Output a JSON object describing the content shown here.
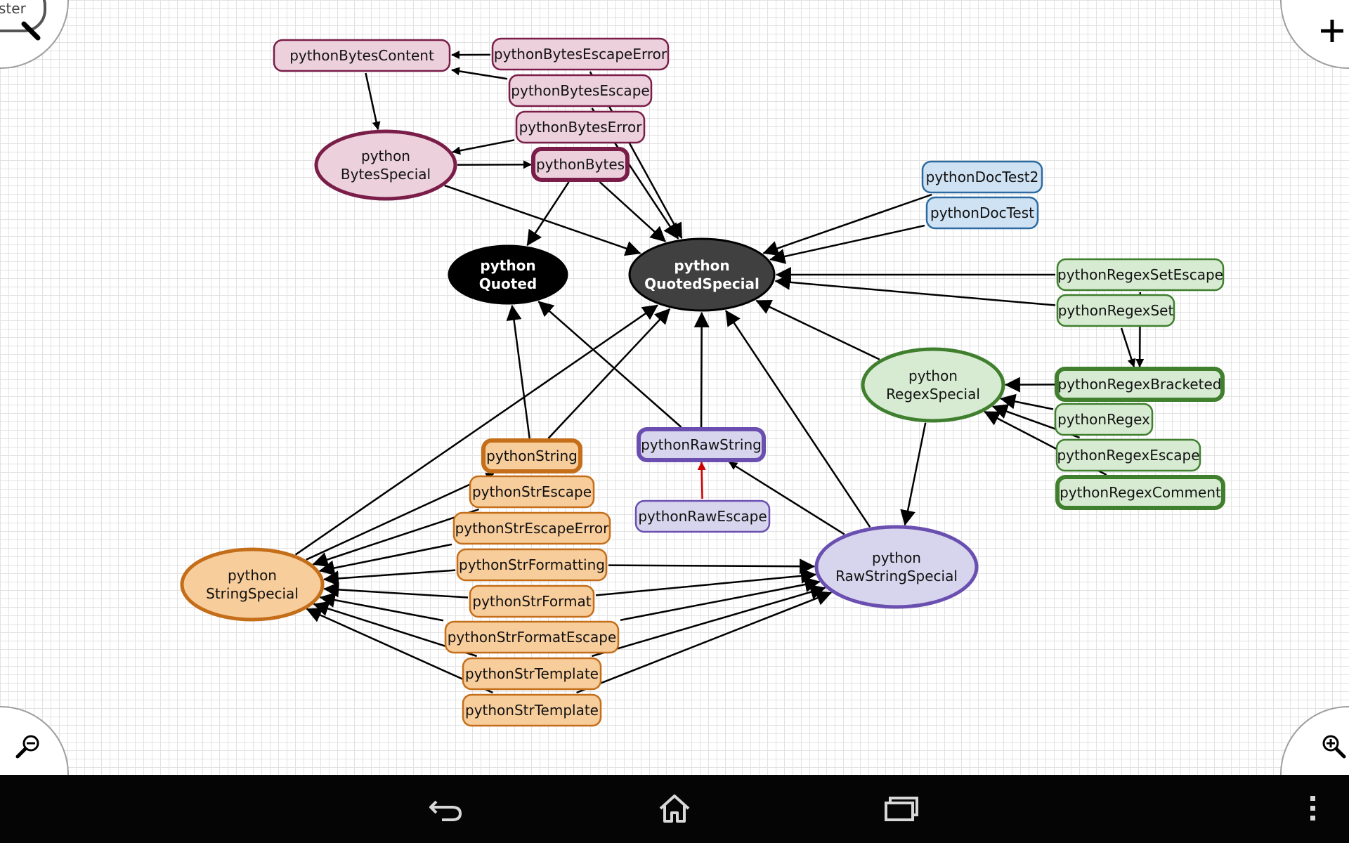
{
  "search": {
    "visible_text": "ster"
  },
  "colors": {
    "pink_fill": "#ecd0dc",
    "pink_stroke": "#7a1d48",
    "blue_fill": "#cfe2f4",
    "blue_stroke": "#2c6aa0",
    "green_fill": "#d7ebd2",
    "green_stroke": "#3f7f2e",
    "orange_fill": "#f8cd9c",
    "orange_stroke": "#c46e1a",
    "purple_fill": "#d7d4ed",
    "purple_stroke": "#6a4fb0",
    "core_quoted": "#000000",
    "core_special": "#404040",
    "red_edge": "#cc0000",
    "navbar": "#050505"
  },
  "nodes": [
    {
      "id": "pythonBytesContent",
      "lines": [
        "pythonBytesContent"
      ],
      "group": "pink"
    },
    {
      "id": "pythonBytesEscapeError",
      "lines": [
        "pythonBytesEscapeError"
      ],
      "group": "pink"
    },
    {
      "id": "pythonBytesEscape",
      "lines": [
        "pythonBytesEscape"
      ],
      "group": "pink"
    },
    {
      "id": "pythonBytesError",
      "lines": [
        "pythonBytesError"
      ],
      "group": "pink"
    },
    {
      "id": "pythonBytesSpecial",
      "lines": [
        "python",
        "BytesSpecial"
      ],
      "group": "pink",
      "shape": "ellipse"
    },
    {
      "id": "pythonBytes",
      "lines": [
        "pythonBytes"
      ],
      "group": "pink",
      "bold": true
    },
    {
      "id": "pythonDocTest2",
      "lines": [
        "pythonDocTest2"
      ],
      "group": "blue"
    },
    {
      "id": "pythonDocTest",
      "lines": [
        "pythonDocTest"
      ],
      "group": "blue"
    },
    {
      "id": "pythonQuoted",
      "lines": [
        "python",
        "Quoted"
      ],
      "group": "core1",
      "shape": "ellipse"
    },
    {
      "id": "pythonQuotedSpecial",
      "lines": [
        "python",
        "QuotedSpecial"
      ],
      "group": "core2",
      "shape": "ellipse"
    },
    {
      "id": "pythonRegexSetEscape",
      "lines": [
        "pythonRegexSetEscape"
      ],
      "group": "green"
    },
    {
      "id": "pythonRegexSet",
      "lines": [
        "pythonRegexSet"
      ],
      "group": "green"
    },
    {
      "id": "pythonRegexSpecial",
      "lines": [
        "python",
        "RegexSpecial"
      ],
      "group": "green",
      "shape": "ellipse"
    },
    {
      "id": "pythonRegexBracketed",
      "lines": [
        "pythonRegexBracketed"
      ],
      "group": "green",
      "bold": true
    },
    {
      "id": "pythonRegex",
      "lines": [
        "pythonRegex"
      ],
      "group": "green"
    },
    {
      "id": "pythonRegexEscape",
      "lines": [
        "pythonRegexEscape"
      ],
      "group": "green"
    },
    {
      "id": "pythonRegexComment",
      "lines": [
        "pythonRegexComment"
      ],
      "group": "green",
      "bold": true
    },
    {
      "id": "pythonString",
      "lines": [
        "pythonString"
      ],
      "group": "orange",
      "bold": true
    },
    {
      "id": "pythonRawString",
      "lines": [
        "pythonRawString"
      ],
      "group": "purple",
      "bold": true
    },
    {
      "id": "pythonRawEscape",
      "lines": [
        "pythonRawEscape"
      ],
      "group": "purple"
    },
    {
      "id": "pythonStrEscape",
      "lines": [
        "pythonStrEscape"
      ],
      "group": "orange"
    },
    {
      "id": "pythonStrEscapeError",
      "lines": [
        "pythonStrEscapeError"
      ],
      "group": "orange"
    },
    {
      "id": "pythonStrFormatting",
      "lines": [
        "pythonStrFormatting"
      ],
      "group": "orange"
    },
    {
      "id": "pythonStrFormat",
      "lines": [
        "pythonStrFormat"
      ],
      "group": "orange"
    },
    {
      "id": "pythonStrFormatEscape",
      "lines": [
        "pythonStrFormatEscape"
      ],
      "group": "orange"
    },
    {
      "id": "pythonStrTemplate_1",
      "lines": [
        "pythonStrTemplate"
      ],
      "group": "orange"
    },
    {
      "id": "pythonStrTemplate_2",
      "lines": [
        "pythonStrTemplate"
      ],
      "group": "orange"
    },
    {
      "id": "pythonStringSpecial",
      "lines": [
        "python",
        "StringSpecial"
      ],
      "group": "orange",
      "shape": "ellipse"
    },
    {
      "id": "pythonRawStringSpecial",
      "lines": [
        "python",
        "RawStringSpecial"
      ],
      "group": "purple",
      "shape": "ellipse"
    }
  ],
  "edges": [
    [
      "pythonBytesEscapeError",
      "pythonBytesContent"
    ],
    [
      "pythonBytesEscape",
      "pythonBytesContent"
    ],
    [
      "pythonBytesContent",
      "pythonBytesSpecial"
    ],
    [
      "pythonBytesError",
      "pythonBytesSpecial"
    ],
    [
      "pythonBytesSpecial",
      "pythonBytes"
    ],
    [
      "pythonBytesSpecial",
      "pythonQuotedSpecial"
    ],
    [
      "pythonBytesEscapeError",
      "pythonQuotedSpecial"
    ],
    [
      "pythonBytesEscape",
      "pythonQuotedSpecial"
    ],
    [
      "pythonBytes",
      "pythonQuoted"
    ],
    [
      "pythonBytes",
      "pythonQuotedSpecial"
    ],
    [
      "pythonDocTest2",
      "pythonQuotedSpecial"
    ],
    [
      "pythonDocTest",
      "pythonQuotedSpecial"
    ],
    [
      "pythonRegexSetEscape",
      "pythonQuotedSpecial"
    ],
    [
      "pythonRegexSet",
      "pythonQuotedSpecial"
    ],
    [
      "pythonRegexSpecial",
      "pythonQuotedSpecial"
    ],
    [
      "pythonRegexSetEscape",
      "pythonRegexBracketed"
    ],
    [
      "pythonRegexSet",
      "pythonRegexBracketed"
    ],
    [
      "pythonRegexBracketed",
      "pythonRegexSpecial"
    ],
    [
      "pythonRegex",
      "pythonRegexSpecial"
    ],
    [
      "pythonRegexEscape",
      "pythonRegexSpecial"
    ],
    [
      "pythonRegexComment",
      "pythonRegexSpecial"
    ],
    [
      "pythonRegexSpecial",
      "pythonRawStringSpecial"
    ],
    [
      "pythonRawStringSpecial",
      "pythonQuotedSpecial"
    ],
    [
      "pythonRawStringSpecial",
      "pythonRawString"
    ],
    [
      "pythonRawString",
      "pythonQuotedSpecial"
    ],
    [
      "pythonRawString",
      "pythonQuoted"
    ],
    [
      "pythonRawEscape",
      "pythonRawString",
      "red"
    ],
    [
      "pythonString",
      "pythonQuoted"
    ],
    [
      "pythonString",
      "pythonQuotedSpecial"
    ],
    [
      "pythonStringSpecial",
      "pythonQuotedSpecial"
    ],
    [
      "pythonStringSpecial",
      "pythonString"
    ],
    [
      "pythonStrEscape",
      "pythonStringSpecial"
    ],
    [
      "pythonStrEscapeError",
      "pythonStringSpecial"
    ],
    [
      "pythonStrFormatting",
      "pythonStringSpecial"
    ],
    [
      "pythonStrFormat",
      "pythonStringSpecial"
    ],
    [
      "pythonStrFormatEscape",
      "pythonStringSpecial"
    ],
    [
      "pythonStrTemplate_1",
      "pythonStringSpecial"
    ],
    [
      "pythonStrTemplate_2",
      "pythonStringSpecial"
    ],
    [
      "pythonStrFormatting",
      "pythonRawStringSpecial"
    ],
    [
      "pythonStrFormat",
      "pythonRawStringSpecial"
    ],
    [
      "pythonStrFormatEscape",
      "pythonRawStringSpecial"
    ],
    [
      "pythonStrTemplate_1",
      "pythonRawStringSpecial"
    ],
    [
      "pythonStrTemplate_2",
      "pythonRawStringSpecial"
    ]
  ],
  "icons": {
    "top_left": "search-icon",
    "top_right": "plus-icon",
    "bottom_left": "zoom-out-icon",
    "bottom_right": "zoom-in-icon",
    "nav": [
      "back-icon",
      "home-icon",
      "recent-apps-icon",
      "overflow-menu-icon"
    ]
  }
}
